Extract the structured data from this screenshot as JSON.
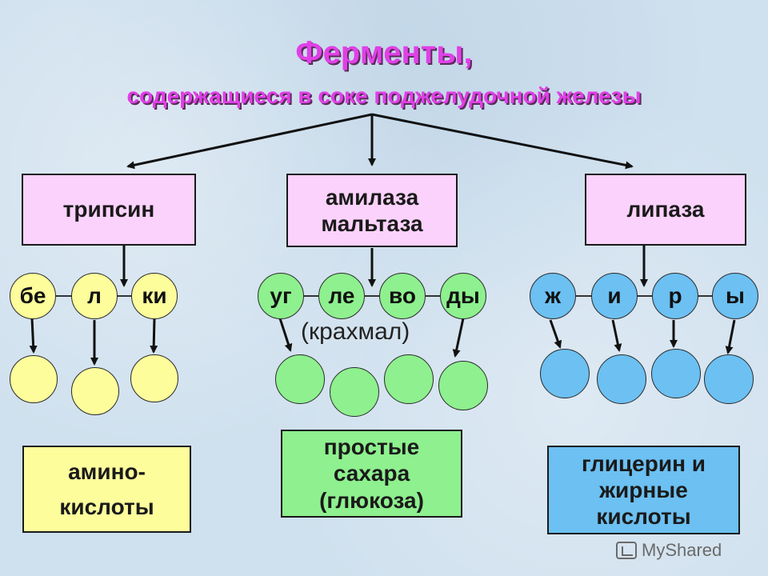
{
  "title": "Ферменты,",
  "subtitle": "содержащиеся в соке поджелудочной железы",
  "enzymes": {
    "trypsin": "трипсин",
    "amylase_line1": "амилаза",
    "amylase_line2": "мальтаза",
    "lipase": "липаза"
  },
  "proteins": [
    "бе",
    "л",
    "ки"
  ],
  "carbs": [
    "уг",
    "ле",
    "во",
    "ды"
  ],
  "carbs_note": "(крахмал)",
  "fats": [
    "ж",
    "и",
    "р",
    "ы"
  ],
  "products": {
    "amino_line1": "амино-",
    "amino_line2": "кислоты",
    "sugar_line1": "простые",
    "sugar_line2": "сахара",
    "sugar_line3": "(глюкоза)",
    "fat_line1": "глицерин и",
    "fat_line2": "жирные",
    "fat_line3": "кислоты"
  },
  "colors": {
    "title": "#e040e6",
    "enzyme_box": "#fbd2fb",
    "protein": "#fdfd9c",
    "carb": "#8ef08e",
    "fat": "#6cc0f2"
  },
  "watermark": "MyShared"
}
